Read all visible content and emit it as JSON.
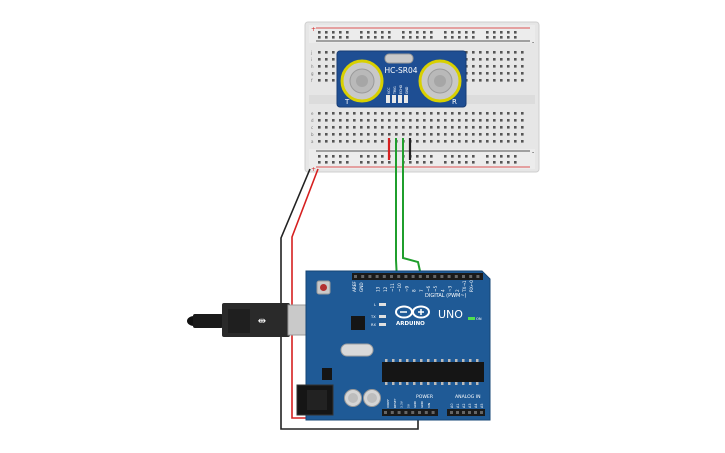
{
  "sensor": {
    "model": "HC-SR04",
    "side_left": "T",
    "side_right": "R",
    "pins": [
      "VCC",
      "TRIG",
      "ECHO",
      "GND"
    ]
  },
  "arduino": {
    "brand": "ARDUINO",
    "model": "UNO",
    "digital_label": "DIGITAL (PWM~)",
    "power_label": "POWER",
    "analog_label": "ANALOG IN",
    "on_label": "ON",
    "led_labels": [
      "L",
      "TX",
      "RX"
    ],
    "aref": "AREF",
    "gnd": "GND",
    "digital_pins": [
      "13",
      "12",
      "~11",
      "~10",
      "~9",
      "8",
      "7",
      "~6",
      "~5",
      "4",
      "~3",
      "2",
      "TX→1",
      "RX←0"
    ],
    "power_pins": [
      "IOREF",
      "RESET",
      "3.3V",
      "5V",
      "GND",
      "GND",
      "VIN"
    ],
    "analog_pins": [
      "A0",
      "A1",
      "A2",
      "A3",
      "A4",
      "A5"
    ]
  },
  "breadboard": {
    "row_letters_top": [
      "j",
      "i",
      "h",
      "g",
      "f"
    ],
    "row_letters_bottom": [
      "e",
      "d",
      "c",
      "b",
      "a"
    ],
    "rail_plus": "+",
    "rail_minus": "-"
  },
  "wires": {
    "colors": {
      "red": "#d62020",
      "black": "#222222",
      "green": "#1f9e2c"
    }
  }
}
